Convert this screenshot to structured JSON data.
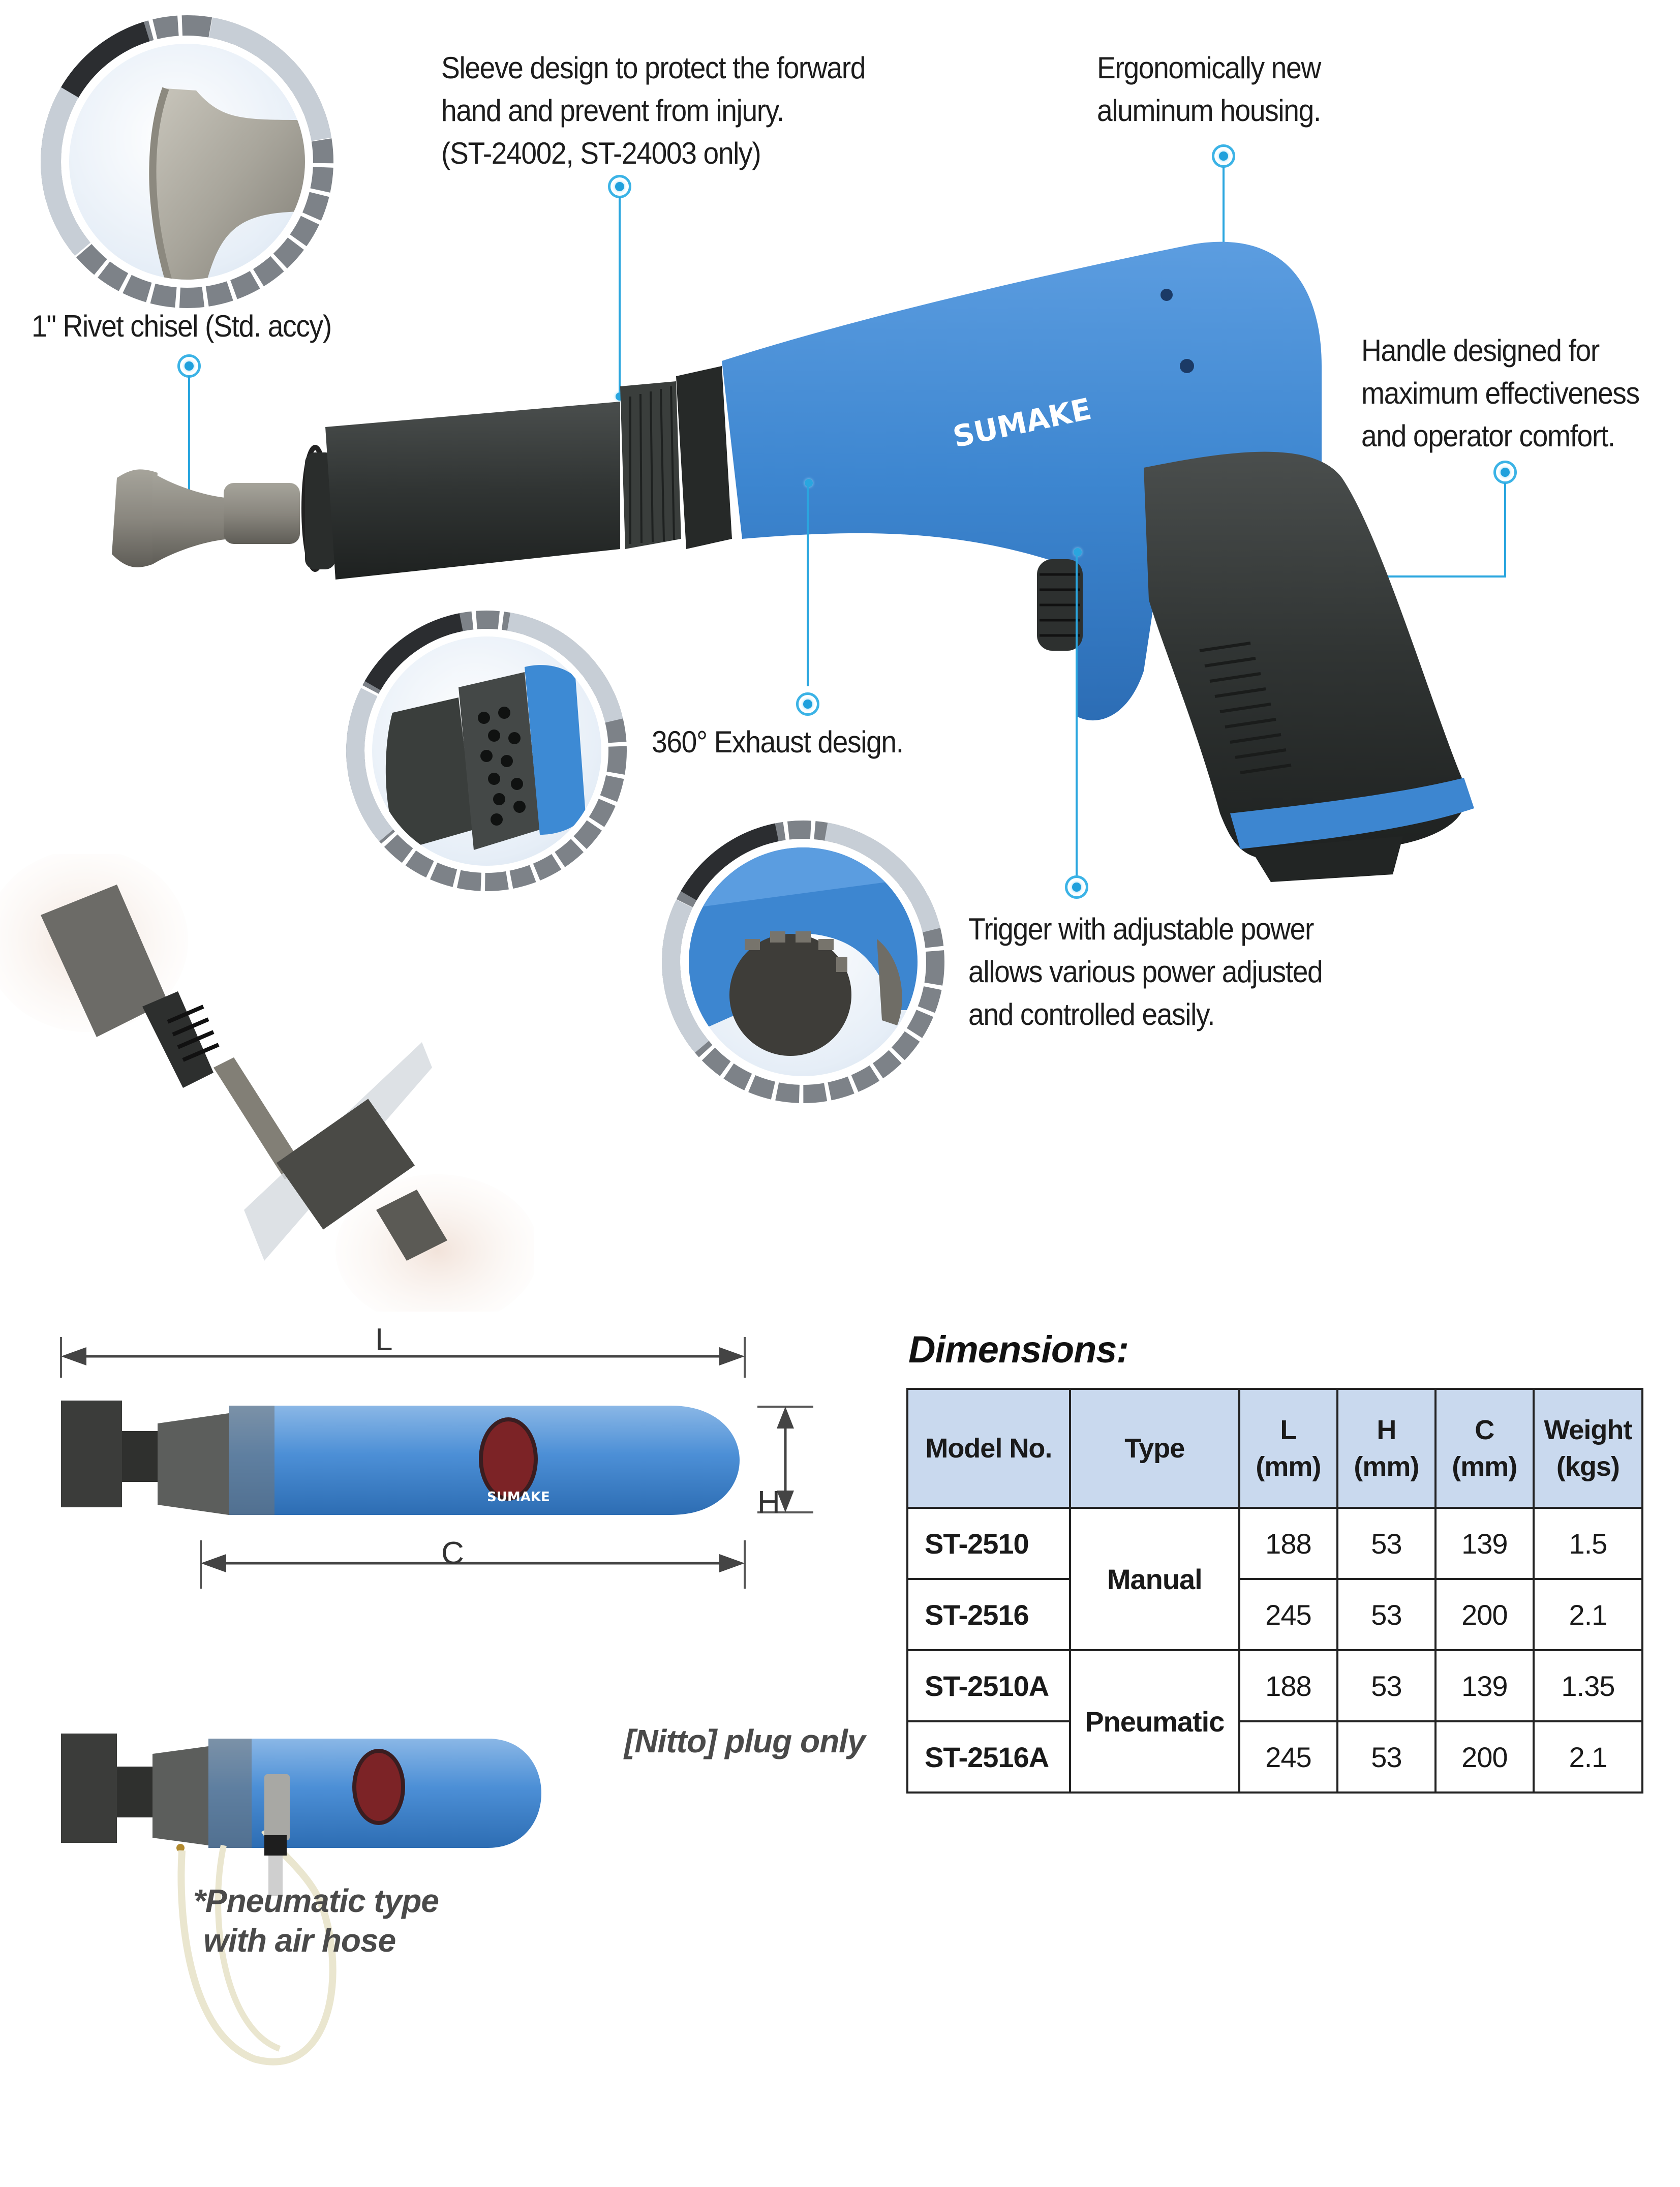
{
  "brand": "SUMAKE",
  "colors": {
    "accent_blue": "#2aa6df",
    "tool_blue": "#3d86d0",
    "tool_black": "#2e3130",
    "table_header_bg": "#c9d9ee",
    "text": "#1c1c1c"
  },
  "callouts": {
    "rivet_chisel": "1\" Rivet chisel (Std. accy)",
    "sleeve": {
      "line1": "Sleeve design to protect the forward",
      "line2": "hand and prevent from injury.",
      "line3": "(ST-24002, ST-24003 only)"
    },
    "housing": {
      "line1": "Ergonomically new",
      "line2": "aluminum housing."
    },
    "handle": {
      "line1": "Handle designed for",
      "line2": "maximum effectiveness",
      "line3": "and operator comfort."
    },
    "exhaust": "360° Exhaust design.",
    "trigger": {
      "line1": "Trigger with adjustable power",
      "line2": "allows various power adjusted",
      "line3": "and controlled easily."
    }
  },
  "icons": {
    "callout_marker": "target-marker-icon",
    "dimension_arrow": "double-arrow-icon"
  },
  "diagram": {
    "label_L": "L",
    "label_H": "H",
    "label_C": "C",
    "nitto_note": "[Nitto] plug only",
    "pneumatic_note_line1": "*Pneumatic type",
    "pneumatic_note_line2": "with air hose"
  },
  "dimensions": {
    "title": "Dimensions:",
    "headers": {
      "model": "Model No.",
      "type": "Type",
      "L_top": "L",
      "L_unit": "(mm)",
      "H_top": "H",
      "H_unit": "(mm)",
      "C_top": "C",
      "C_unit": "(mm)",
      "W_top": "Weight",
      "W_unit": "(kgs)"
    },
    "types": {
      "manual": "Manual",
      "pneumatic": "Pneumatic"
    },
    "rows": [
      {
        "model": "ST-2510",
        "L": "188",
        "H": "53",
        "C": "139",
        "weight": "1.5"
      },
      {
        "model": "ST-2516",
        "L": "245",
        "H": "53",
        "C": "200",
        "weight": "2.1"
      },
      {
        "model": "ST-2510A",
        "L": "188",
        "H": "53",
        "C": "139",
        "weight": "1.35"
      },
      {
        "model": "ST-2516A",
        "L": "245",
        "H": "53",
        "C": "200",
        "weight": "2.1"
      }
    ]
  }
}
